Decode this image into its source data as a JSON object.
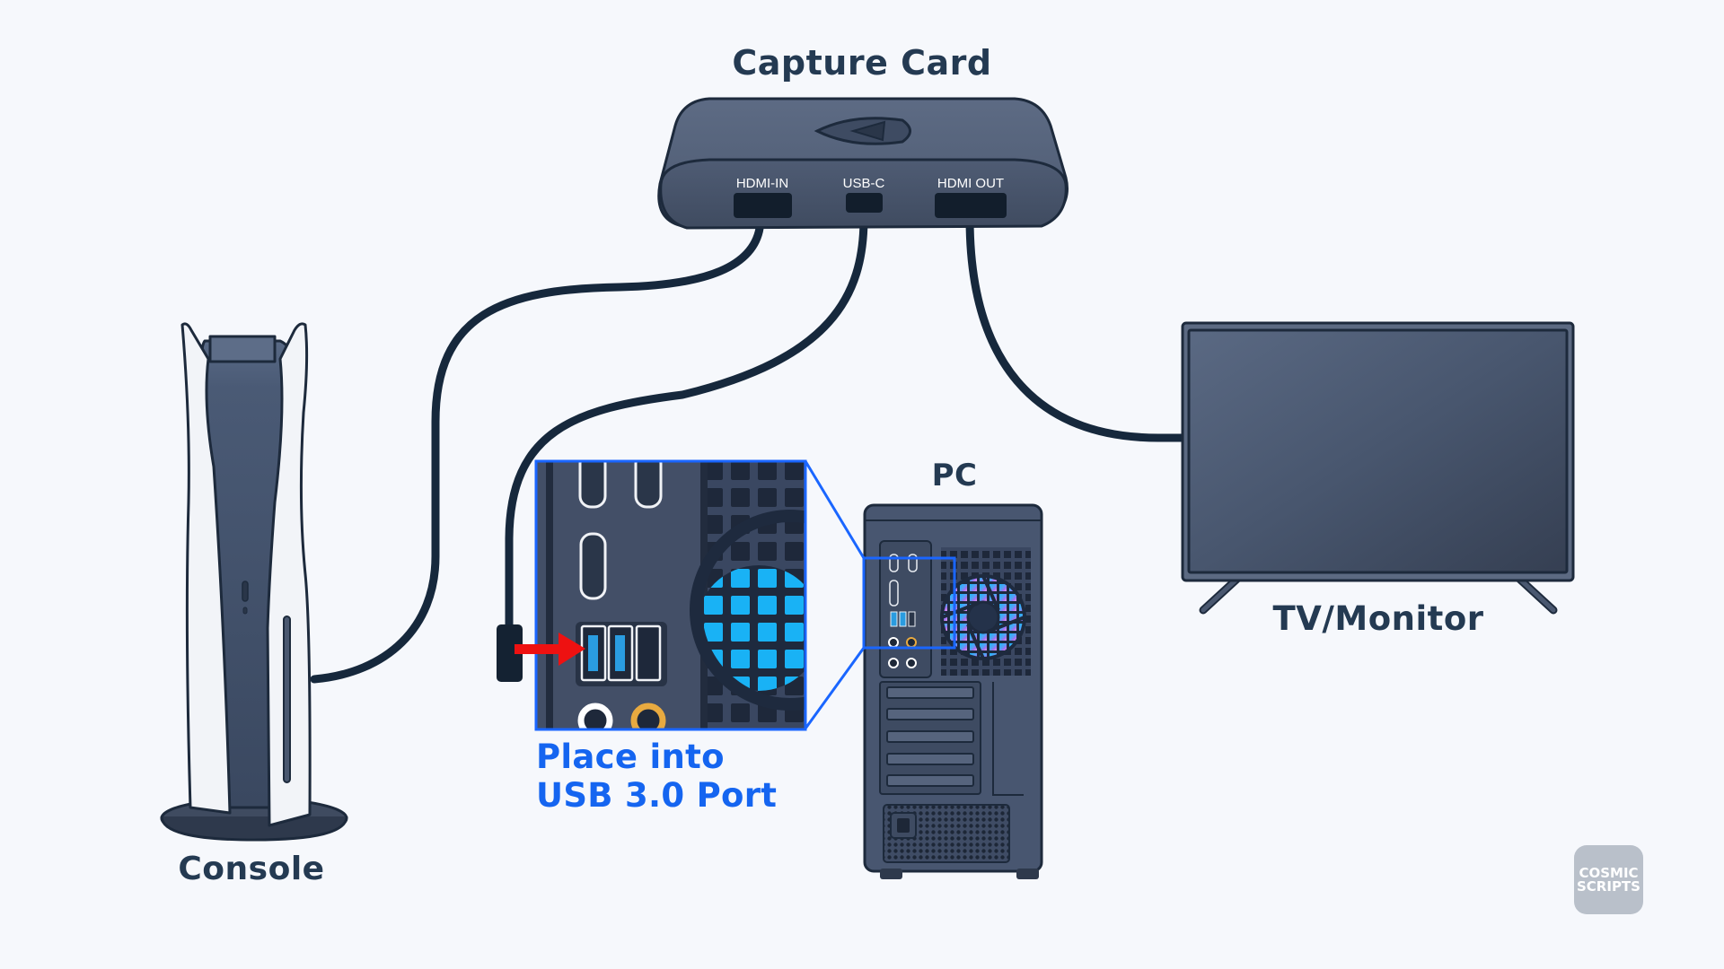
{
  "diagram": {
    "title": "Capture Card",
    "devices": {
      "capture_card": {
        "label": "Capture Card",
        "ports": [
          {
            "label": "HDMI-IN"
          },
          {
            "label": "USB-C"
          },
          {
            "label": "HDMI OUT"
          }
        ]
      },
      "console": {
        "label": "Console"
      },
      "pc": {
        "label": "PC"
      },
      "tv": {
        "label": "TV/Monitor"
      }
    },
    "connections": [
      {
        "from": "Console",
        "to": "Capture Card HDMI-IN"
      },
      {
        "from": "Capture Card USB-C",
        "to": "PC USB 3.0 Port"
      },
      {
        "from": "Capture Card HDMI OUT",
        "to": "TV/Monitor"
      }
    ],
    "callout": {
      "line1": "Place into",
      "line2": "USB 3.0 Port"
    },
    "watermark": {
      "line1": "COSMIC",
      "line2": "SCRIPTS"
    },
    "colors": {
      "background": "#f6f8fc",
      "device_body": "#4a5870",
      "cable": "#16283c",
      "text": "#243a52",
      "callout": "#1565f0",
      "arrow": "#ee1111",
      "usb3_port": "#2a9ce0"
    }
  }
}
